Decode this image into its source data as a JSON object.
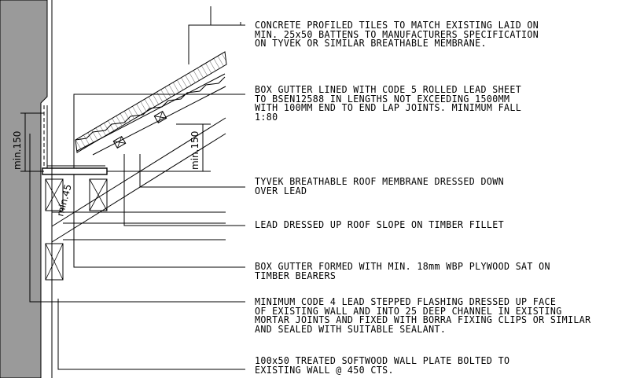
{
  "notes": [
    {
      "line1": "CONCRETE PROFILED TILES TO MATCH EXISTING LAID ON",
      "line2": "MIN. 25x50 BATTENS TO MANUFACTURERS SPECIFICATION",
      "line3": "ON TYVEK OR SIMILAR BREATHABLE MEMBRANE."
    },
    {
      "line1": "BOX GUTTER LINED WITH CODE 5 ROLLED LEAD SHEET",
      "line2": "TO BSEN12588 IN LENGTHS NOT EXCEEDING 1500MM",
      "line3": "WITH 100MM END TO END LAP JOINTS. MINIMUM FALL",
      "line4": "1:80"
    },
    {
      "line1": "TYVEK BREATHABLE ROOF MEMBRANE DRESSED DOWN",
      "line2": "OVER LEAD"
    },
    {
      "line1": "LEAD DRESSED UP ROOF SLOPE ON TIMBER FILLET"
    },
    {
      "line1": "BOX GUTTER FORMED WITH MIN. 18mm WBP PLYWOOD SAT ON",
      "line2": "TIMBER BEARERS"
    },
    {
      "line1": "MINIMUM CODE 4 LEAD STEPPED FLASHING DRESSED UP FACE",
      "line2": "OF EXISTING WALL AND INTO 25 DEEP CHANNEL IN EXISTING",
      "line3": "MORTAR JOINTS AND FIXED WITH BORRA FIXING CLIPS OR SIMILAR",
      "line4": "AND SEALED WITH SUITABLE SEALANT."
    },
    {
      "line1": "100x50 TREATED SOFTWOOD WALL PLATE BOLTED TO",
      "line2": "EXISTING WALL @ 450 CTS."
    }
  ],
  "dimensions": {
    "left": "min.150",
    "right": "min.150",
    "fillet": "min.45"
  },
  "colors": {
    "line": "#000000",
    "wall_fill": "#9a9a9a",
    "background": "#ffffff"
  }
}
